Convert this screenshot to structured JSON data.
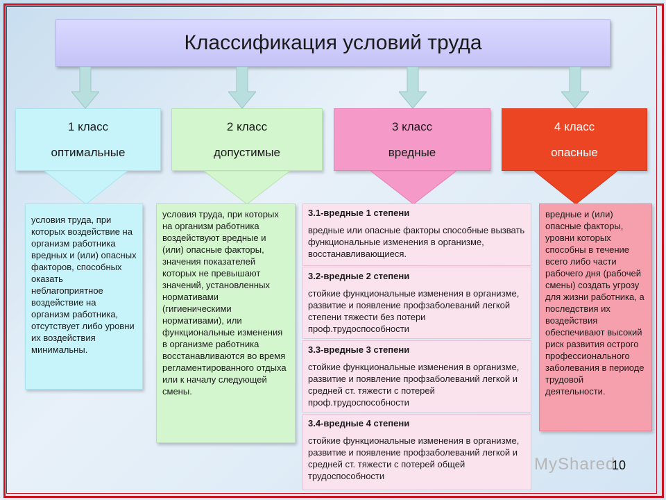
{
  "title": "Классификация условий труда",
  "colors": {
    "class1": "#c7f3fb",
    "class2": "#d4f6cf",
    "class3": "#f59ac8",
    "class4": "#ec4524",
    "arrow": "#b9dede",
    "frame": "#c8121d"
  },
  "classes": [
    {
      "num": "1 класс",
      "name": "оптимальные",
      "desc": "условия труда, при которых воздействие на организм работника вредных и (или) опасных факторов, способных оказать неблагоприятное воздействие на организм работника, отсутствует либо уровни их воздействия минимальны."
    },
    {
      "num": "2 класс",
      "name": "допустимые",
      "desc": "условия труда, при которых на организм работника воздействуют вредные и (или) опасные факторы, значения показателей которых не превышают значений, установленных нормативами (гигиеническими нормативами), или функциональные изменения в организме работника восстанавливаются во время регламентированного отдыха или к началу следующей смены."
    },
    {
      "num": "3 класс",
      "name": "вредные"
    },
    {
      "num": "4 класс",
      "name": "опасные",
      "desc": "вредные и (или) опасные факторы, уровни которых способны в течение всего либо части рабочего дня (рабочей смены) создать угрозу для жизни работника, а последствия их воздействия обеспечивают высокий риск развития острого профессионального заболевания в периоде трудовой деятельности."
    }
  ],
  "harmful": [
    {
      "title": "3.1-вредные 1 степени",
      "text": "вредные или опасные факторы способные вызвать функциональные изменения в организме, восстанавливающиеся."
    },
    {
      "title": "3.2-вредные 2 степени",
      "text": "стойкие функциональные изменения в организме, развитие и появление профзаболеваний легкой степени тяжести без потери проф.трудоспособности"
    },
    {
      "title": "3.3-вредные 3 степени",
      "text": "стойкие функциональные изменения в организме, развитие и появление профзаболеваний легкой и средней ст. тяжести с потерей проф.трудоспособности"
    },
    {
      "title": "3.4-вредные 4 степени",
      "text": "стойкие функциональные изменения в организме, развитие и появление профзаболеваний легкой и средней ст. тяжести с потерей общей трудоспособности"
    }
  ],
  "page_number": "10",
  "watermark": "MyShared"
}
